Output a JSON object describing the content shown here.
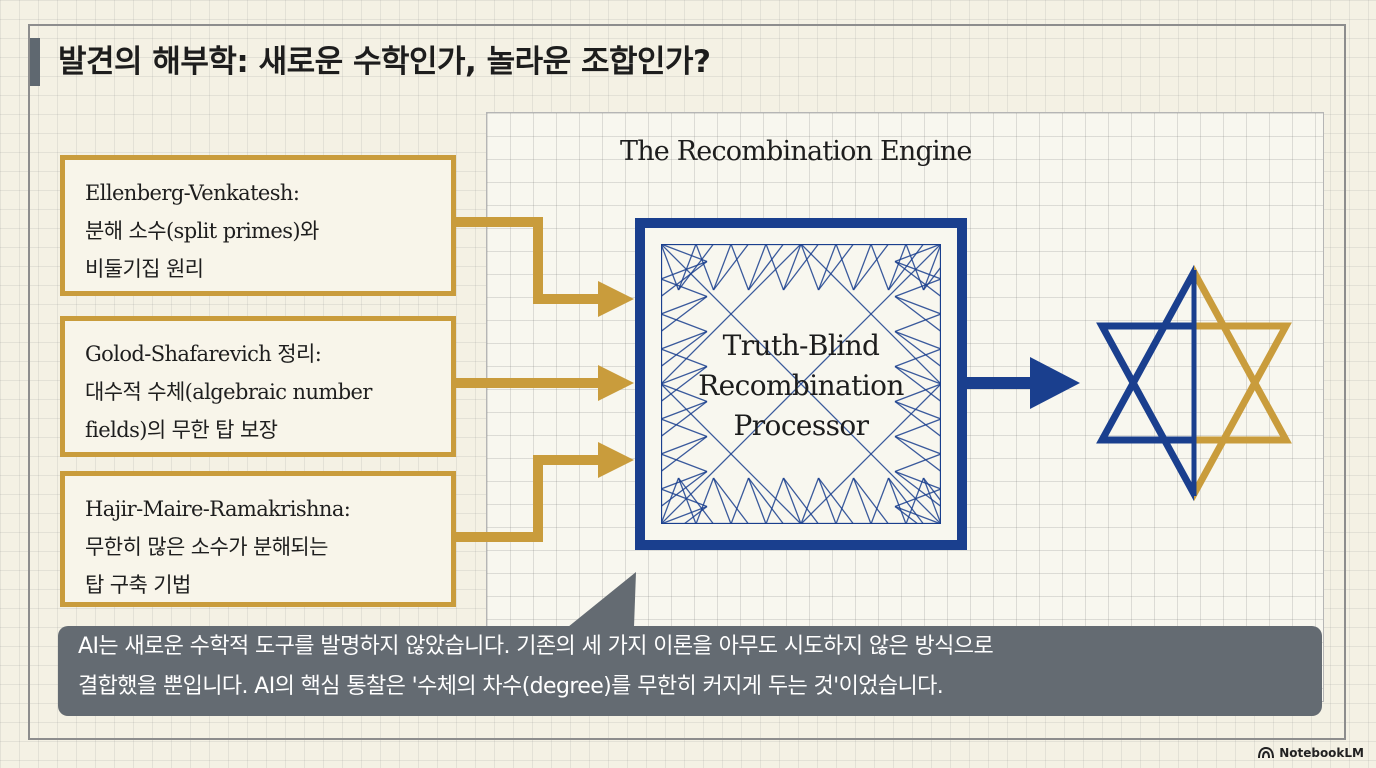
{
  "slide": {
    "title": "발견의 해부학: 새로운 수학인가, 놀라운 조합인가?"
  },
  "diagram": {
    "engine_title": "The Recombination Engine",
    "inputs": [
      {
        "heading": "Ellenberg-Venkatesh:",
        "body": "분해 소수(split primes)와\n비둘기집 원리"
      },
      {
        "heading": "Golod-Shafarevich 정리:",
        "body": "대수적 수체(algebraic number\nfields)의 무한 탑 보장"
      },
      {
        "heading": "Hajir-Maire-Ramakrishna:",
        "body": "무한히 많은 소수가 분해되는\n탑 구축 기법"
      }
    ],
    "processor_label": "Truth-Blind\nRecombination\nProcessor",
    "output_icon": "six-pointed-star-icon",
    "colors": {
      "input_border": "#c99c3c",
      "processor_blue": "#1a3f8e",
      "star_gold": "#c99c3c",
      "star_blue": "#1a3f8e",
      "callout_bg": "#646b72"
    }
  },
  "callout": {
    "text": "AI는 새로운 수학적 도구를 발명하지 않았습니다. 기존의 세 가지 이론을 아무도 시도하지 않은 방식으로\n결합했을 뿐입니다. AI의 핵심 통찰은 '수체의 차수(degree)를 무한히 커지게 두는 것'이었습니다."
  },
  "brand": {
    "icon": "notebooklm-logo-icon",
    "label": "NotebookLM"
  }
}
